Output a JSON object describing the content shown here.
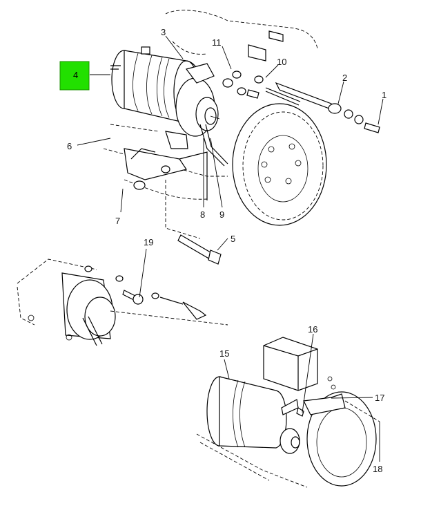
{
  "callouts": {
    "c1": "1",
    "c2": "2",
    "c3": "3",
    "c4": "4",
    "c5": "5",
    "c6": "6",
    "c7": "7",
    "c8": "8",
    "c9": "9",
    "c10": "10",
    "c11": "11",
    "c15": "15",
    "c16": "16",
    "c17": "17",
    "c18": "18",
    "c19": "19"
  },
  "highlight": {
    "label": "4",
    "color": "#22e000"
  }
}
